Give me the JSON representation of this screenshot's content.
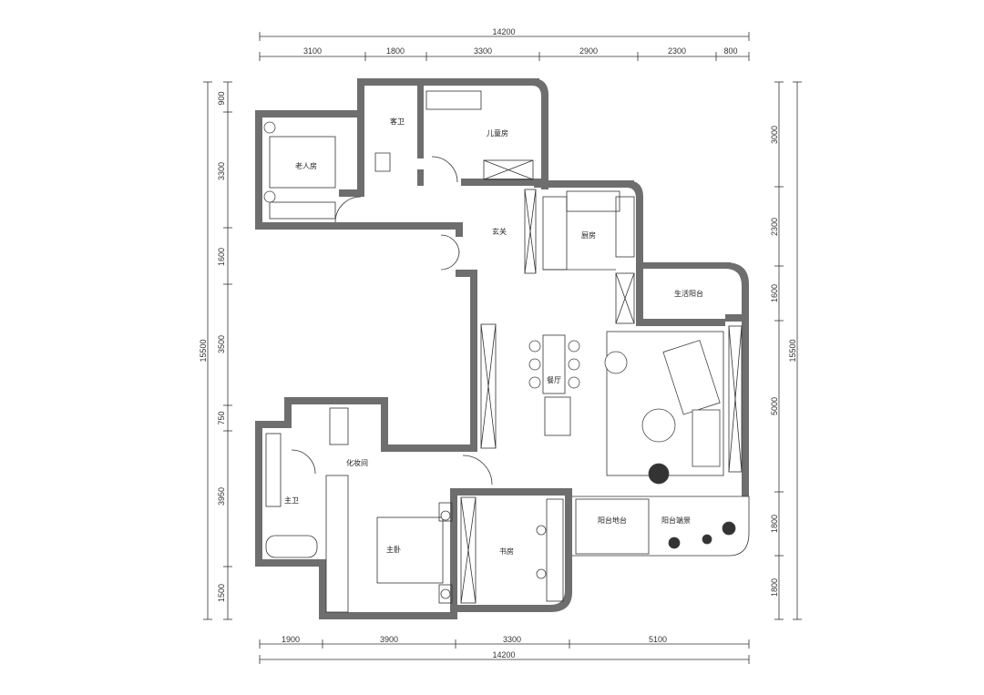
{
  "dimensions": {
    "top_total": "14200",
    "top_segments": [
      "3100",
      "1800",
      "3300",
      "2900",
      "2300",
      "800"
    ],
    "bottom_total": "14200",
    "bottom_segments": [
      "1900",
      "3900",
      "3300",
      "5100"
    ],
    "left_total": "15500",
    "left_segments": [
      "900",
      "3300",
      "1600",
      "3500",
      "750",
      "3950",
      "1500"
    ],
    "right_total": "15500",
    "right_segments": [
      "3000",
      "2300",
      "1600",
      "5000",
      "1800",
      "1800"
    ]
  },
  "rooms": {
    "guest_bath": "客卫",
    "elder_room": "老人房",
    "kids_room": "儿童房",
    "entrance": "玄关",
    "kitchen": "厨房",
    "service_balcony": "生活阳台",
    "dining": "餐厅",
    "dressing": "化妆间",
    "master_bath": "主卫",
    "master_bedroom": "主卧",
    "study": "书房",
    "balcony_floor": "阳台地台",
    "balcony_garden": "阳台端景"
  },
  "colors": {
    "wall": "#6e6e6e",
    "line": "#333333",
    "background": "#ffffff"
  }
}
